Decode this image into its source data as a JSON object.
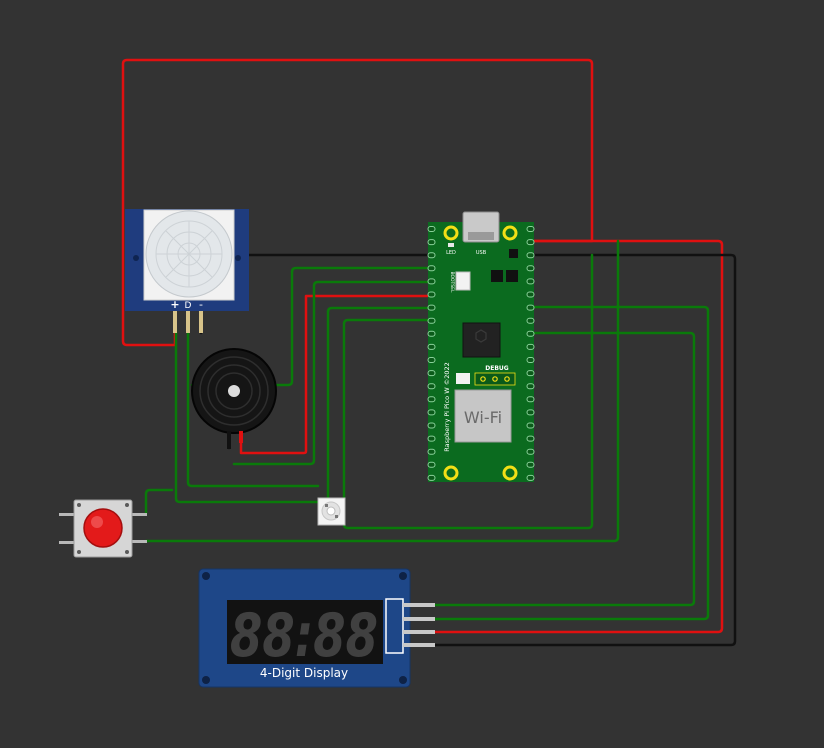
{
  "pir": {
    "pin_labels": [
      "+",
      "D",
      "-"
    ]
  },
  "pico": {
    "label_led": "LED",
    "label_usb": "USB",
    "label_bootsel": "BOOTSEL",
    "label_debug": "DEBUG",
    "label_wifi": "Wi-Fi",
    "label_board": "Raspberry Pi Pico W ©2022"
  },
  "display": {
    "digits": "88:88",
    "label": "4-Digit Display"
  },
  "colors": {
    "background": "#333333",
    "wire_power": "#e01010",
    "wire_ground": "#111111",
    "wire_signal": "#0a7a0a",
    "pcb_green": "#0b6b1f",
    "pcb_blue": "#1e4788"
  }
}
